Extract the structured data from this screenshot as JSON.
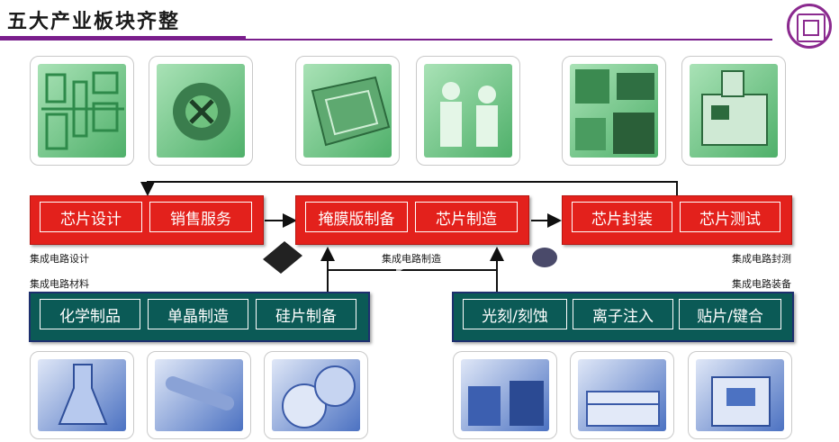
{
  "title": "五大产业板块齐整",
  "top_red": {
    "design": [
      "芯片设计",
      "销售服务"
    ],
    "fab": [
      "掩膜版制备",
      "芯片制造"
    ],
    "package": [
      "芯片封装",
      "芯片测试"
    ]
  },
  "bottom_teal": {
    "materials": [
      "化学制品",
      "单晶制造",
      "硅片制备"
    ],
    "equipment": [
      "光刻/刻蚀",
      "离子注入",
      "贴片/键合"
    ]
  },
  "captions": {
    "design": "集成电路设计",
    "fab": "集成电路制造",
    "package": "集成电路封测",
    "materials": "集成电路材料",
    "equipment": "集成电路装备"
  },
  "thumbs": [
    {
      "icon": "chip-layout-icon",
      "tone": "green"
    },
    {
      "icon": "gear-tools-icon",
      "tone": "green"
    },
    {
      "icon": "wafer-machine-icon",
      "tone": "green"
    },
    {
      "icon": "cleanroom-workers-icon",
      "tone": "green"
    },
    {
      "icon": "chip-package-icon",
      "tone": "green"
    },
    {
      "icon": "test-equipment-icon",
      "tone": "green"
    },
    {
      "icon": "chemical-lab-icon",
      "tone": "blue"
    },
    {
      "icon": "silicon-ingot-icon",
      "tone": "blue"
    },
    {
      "icon": "silicon-wafer-icon",
      "tone": "blue"
    },
    {
      "icon": "lithography-fab-icon",
      "tone": "blue"
    },
    {
      "icon": "ion-implanter-icon",
      "tone": "blue"
    },
    {
      "icon": "bonding-machine-icon",
      "tone": "blue"
    }
  ],
  "colors": {
    "red": "#e3211c",
    "teal": "#0b5a56",
    "accent": "#7a1e8c"
  }
}
